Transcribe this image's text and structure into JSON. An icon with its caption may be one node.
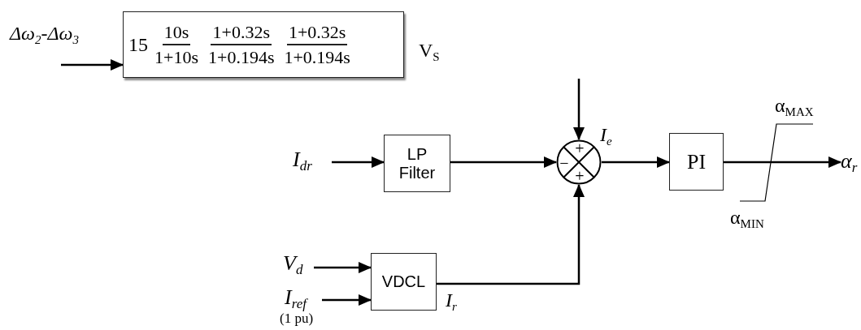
{
  "diagram": {
    "nodes": [
      {
        "text": [
          "15",
          "10s",
          "1+10s",
          "1+0.32s",
          "1+0.194s",
          "1+0.32s",
          "1+0.194s"
        ]
      },
      {
        "text": [
          "LP Filter"
        ]
      },
      {
        "text": [
          "+",
          "−",
          "+"
        ]
      },
      {
        "text": [
          "PI"
        ]
      },
      {
        "text": [
          "VDCL"
        ]
      },
      {
        "text": [
          "I$_{dr}$"
        ]
      },
      {
        "text": [
          "V$_{d}$"
        ]
      },
      {
        "text": [
          "I$_{ref}$"
        ],
        "beside": [
          "(1 pu)"
        ]
      },
      {
        "text": [
          "α$_{r}$"
        ]
      }
    ],
    "edges": [
      {
        "from": null,
        "to": 0,
        "arrow": "to",
        "label": "Δω$_{2}$-Δω$_{3}$"
      },
      {
        "from": null,
        "to": 2,
        "arrow": "to"
      },
      {
        "from": 5,
        "to": 1,
        "arrow": "to"
      },
      {
        "from": 1,
        "to": 2,
        "arrow": "to"
      },
      {
        "from": 6,
        "to": 4,
        "arrow": "to"
      },
      {
        "from": 7,
        "to": 4,
        "arrow": "to"
      },
      {
        "from": 4,
        "to": 2,
        "arrow": "to",
        "label": "I$_{r}$"
      },
      {
        "from": 2,
        "to": 3,
        "arrow": "to",
        "label": "I$_{e}$"
      },
      {
        "from": 3,
        "to": 8,
        "arrow": "to"
      }
    ],
    "labels": [
      "V$_{S}$",
      "α$_{MAX}$",
      "α$_{MIN}$"
    ]
  }
}
